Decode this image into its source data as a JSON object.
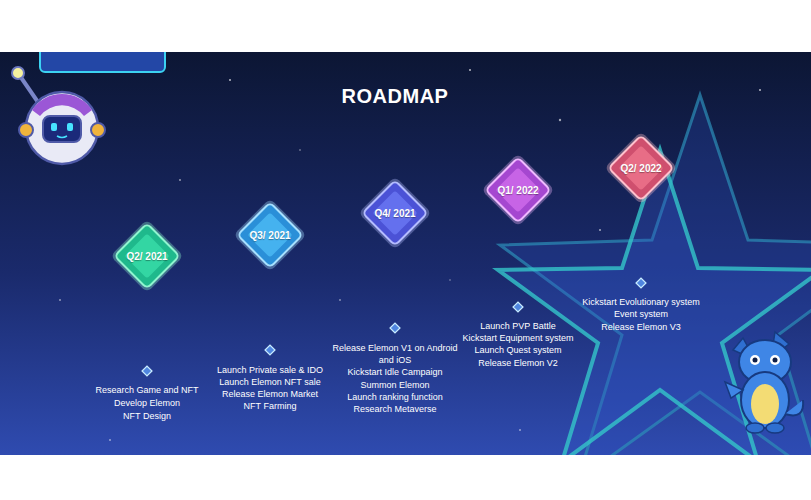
{
  "diagram": {
    "title": "ROADMAP",
    "nodes": [
      {
        "text": [
          "Q2/ 2021"
        ]
      },
      {
        "text": [
          "Q3/ 2021"
        ]
      },
      {
        "text": [
          "Q4/ 2021"
        ]
      },
      {
        "text": [
          "Q1/ 2022"
        ]
      },
      {
        "text": [
          "Q2/ 2022"
        ]
      }
    ],
    "labels": [
      "Research Game and NFT",
      "Develop Elemon",
      "NFT Design",
      "Launch Private sale & IDO",
      "Launch Elemon NFT sale",
      "Release Elemon Market",
      "NFT Farming",
      "Release Elemon V1 on Android and iOS",
      "Kickstart Idle Campaign",
      "Summon Elemon",
      "Launch ranking function",
      "Research Metaverse",
      "Launch PVP Battle",
      "Kickstart Equipment system",
      "Launch Quest system",
      "Release Elemon V2",
      "Kickstart Evolutionary system",
      "Event system",
      "Release Elemon V3"
    ]
  }
}
